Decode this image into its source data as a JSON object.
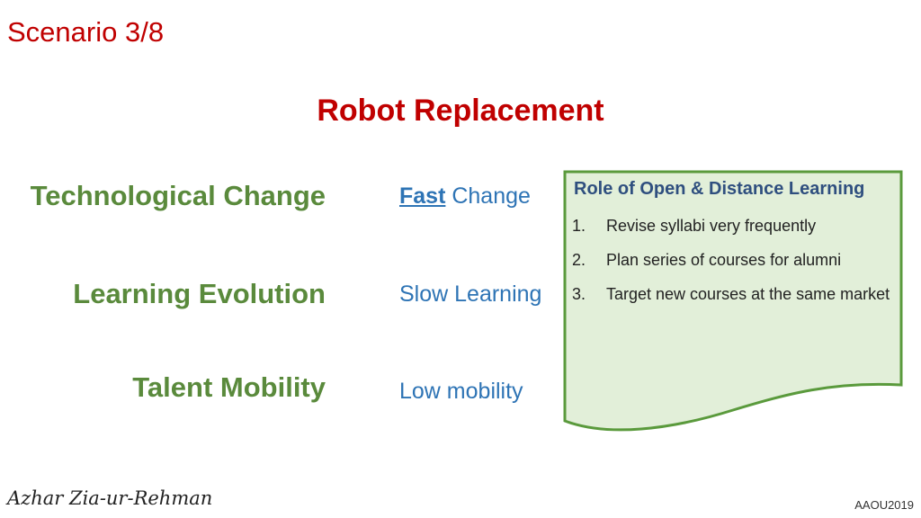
{
  "header": {
    "scenario": "Scenario 3/8",
    "title": "Robot Replacement"
  },
  "rows": [
    {
      "label": "Technological Change",
      "fast_word": "Fast",
      "fast_rest": " Change"
    },
    {
      "label": "Learning Evolution",
      "value": "Slow Learning"
    },
    {
      "label": "Talent Mobility",
      "value": "Low mobility"
    }
  ],
  "box": {
    "heading": "Role of Open & Distance Learning",
    "items": [
      {
        "num": "1.",
        "text": "Revise syllabi very frequently"
      },
      {
        "num": "2.",
        "text": "Plan series of courses for alumni"
      },
      {
        "num": "3.",
        "text": "Target new courses at the same market"
      }
    ]
  },
  "footer": {
    "signature": "Azhar Zia-ur-Rehman",
    "code": "AAOU2019"
  },
  "colors": {
    "title_red": "#c00000",
    "label_green": "#5a8a3c",
    "value_blue": "#2e74b5",
    "box_fill": "#e2efd9",
    "box_border": "#5a9a3c"
  },
  "icons": {
    "box_shape": "document-shape"
  }
}
